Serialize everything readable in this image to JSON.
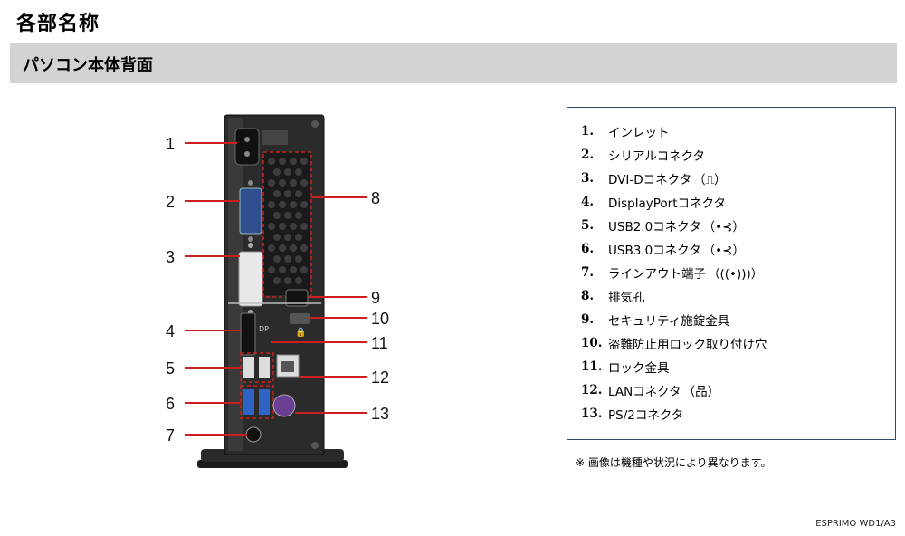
{
  "page": {
    "title": "各部名称"
  },
  "section": {
    "title": "パソコン本体背面"
  },
  "diagram_numbers": [
    "1",
    "2",
    "3",
    "4",
    "5",
    "6",
    "7",
    "8",
    "9",
    "10",
    "11",
    "12",
    "13"
  ],
  "diagram_text": {
    "dp": "DP"
  },
  "legend": [
    {
      "num": "1.",
      "label": "インレット",
      "sym": ""
    },
    {
      "num": "2.",
      "label": "シリアルコネクタ",
      "sym": ""
    },
    {
      "num": "3.",
      "label": "DVI-Dコネクタ",
      "sym": "（⎍）"
    },
    {
      "num": "4.",
      "label": "DisplayPortコネクタ",
      "sym": ""
    },
    {
      "num": "5.",
      "label": "USB2.0コネクタ",
      "sym": "（•⊰）"
    },
    {
      "num": "6.",
      "label": "USB3.0コネクタ",
      "sym": "（•⊰）"
    },
    {
      "num": "7.",
      "label": "ラインアウト端子",
      "sym": "（((•)))）"
    },
    {
      "num": "8.",
      "label": "排気孔",
      "sym": ""
    },
    {
      "num": "9.",
      "label": "セキュリティ施錠金具",
      "sym": ""
    },
    {
      "num": "10.",
      "label": "盗難防止用ロック取り付け穴",
      "sym": ""
    },
    {
      "num": "11.",
      "label": "ロック金具",
      "sym": ""
    },
    {
      "num": "12.",
      "label": "LANコネクタ",
      "sym": "（品）"
    },
    {
      "num": "13.",
      "label": "PS/2コネクタ",
      "sym": ""
    }
  ],
  "note": "※ 画像は機種や状況により異なります。",
  "model": "ESPRIMO WD1/A3",
  "colors": {
    "accent_red": "#cc1f1f",
    "header_gray": "#d3d3d3",
    "box_border": "#2b4a6b"
  }
}
